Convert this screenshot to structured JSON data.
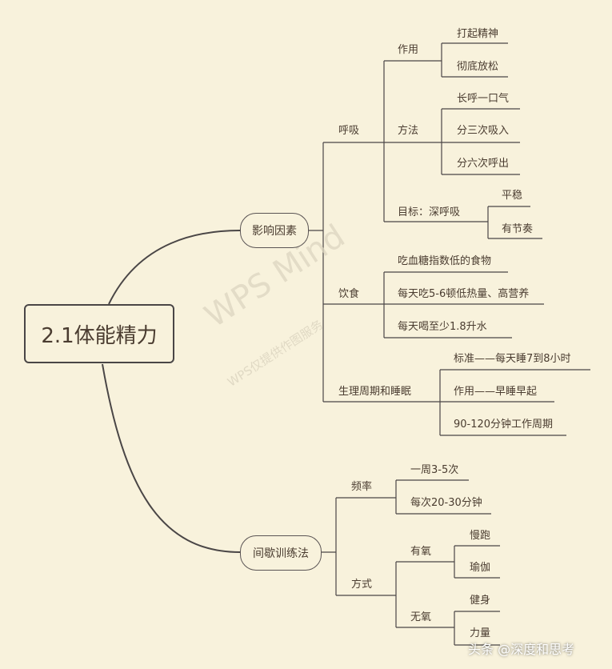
{
  "colors": {
    "background": "#f8f2dc",
    "line": "#4a4646",
    "text": "#4a3c30"
  },
  "root": "2.1体能精力",
  "watermark": {
    "line1": "WPS Mind",
    "line2": "WPS仅提供作图服务"
  },
  "credit": "头条 @深度和思考",
  "branches": {
    "influence": {
      "label": "影响因素",
      "breathing": {
        "label": "呼吸",
        "role": {
          "label": "作用",
          "items": [
            "打起精神",
            "彻底放松"
          ]
        },
        "method": {
          "label": "方法",
          "items": [
            "长呼一口气",
            "分三次吸入",
            "分六次呼出"
          ]
        },
        "goal": {
          "label": "目标：深呼吸",
          "items": [
            "平稳",
            "有节奏"
          ]
        }
      },
      "diet": {
        "label": "饮食",
        "items": [
          "吃血糖指数低的食物",
          "每天吃5-6顿低热量、高营养",
          "每天喝至少1.8升水"
        ]
      },
      "sleep": {
        "label": "生理周期和睡眠",
        "items": [
          "标准——每天睡7到8小时",
          "作用——早睡早起",
          "90-120分钟工作周期"
        ]
      }
    },
    "interval": {
      "label": "间歇训练法",
      "frequency": {
        "label": "频率",
        "items": [
          "一周3-5次",
          "每次20-30分钟"
        ]
      },
      "mode": {
        "label": "方式",
        "aerobic": {
          "label": "有氧",
          "items": [
            "慢跑",
            "瑜伽"
          ]
        },
        "anaerobic": {
          "label": "无氧",
          "items": [
            "健身",
            "力量"
          ]
        }
      }
    }
  }
}
